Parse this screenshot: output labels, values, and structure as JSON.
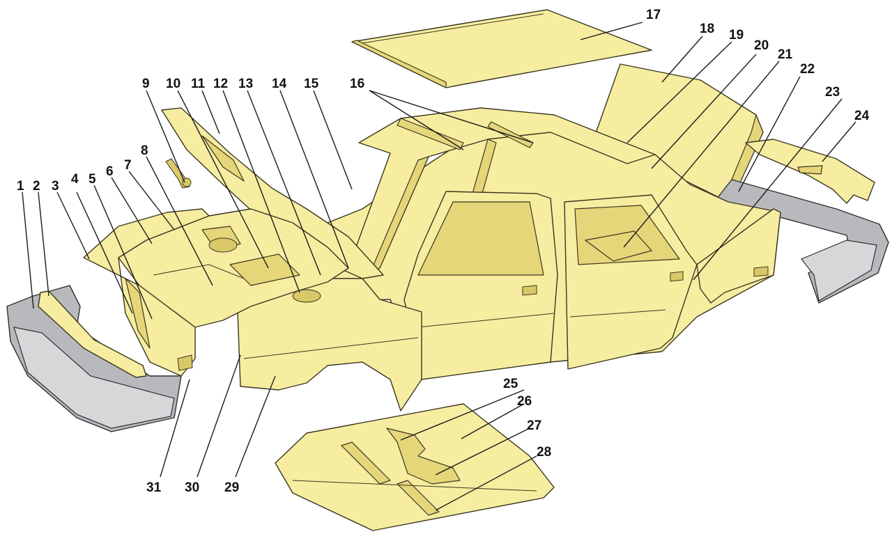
{
  "callouts": {
    "c1": "1",
    "c2": "2",
    "c3": "3",
    "c4": "4",
    "c5": "5",
    "c6": "6",
    "c7": "7",
    "c8": "8",
    "c9": "9",
    "c10": "10",
    "c11": "11",
    "c12": "12",
    "c13": "13",
    "c14": "14",
    "c15": "15",
    "c16": "16",
    "c17": "17",
    "c18": "18",
    "c19": "19",
    "c20": "20",
    "c21": "21",
    "c22": "22",
    "c23": "23",
    "c24": "24",
    "c25": "25",
    "c26": "26",
    "c27": "27",
    "c28": "28",
    "c29": "29",
    "c30": "30",
    "c31": "31"
  },
  "colors": {
    "body_panel": "#f7eda0",
    "body_shadow": "#e6d67a",
    "bumper": "#b9b9bd",
    "outline": "#3a3520"
  }
}
